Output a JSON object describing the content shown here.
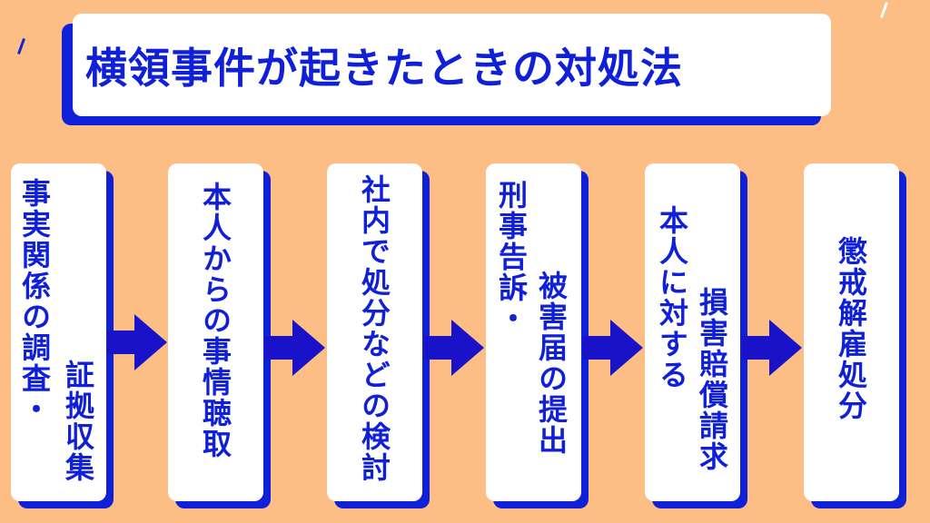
{
  "title": "横領事件が起きたときの対処法",
  "steps": [
    {
      "lines": [
        "事実関係の調査・",
        "証拠収集"
      ]
    },
    {
      "lines": [
        "本人からの事情聴取"
      ]
    },
    {
      "lines": [
        "社内で処分などの検討"
      ]
    },
    {
      "lines": [
        "刑事告訴・",
        "被害届の提出"
      ]
    },
    {
      "lines": [
        "本人に対する",
        "損害賠償請求"
      ]
    },
    {
      "lines": [
        "懲戒解雇処分"
      ]
    }
  ],
  "colors": {
    "background": "#fdbe86",
    "accent": "#1020d8",
    "card": "#ffffff"
  }
}
